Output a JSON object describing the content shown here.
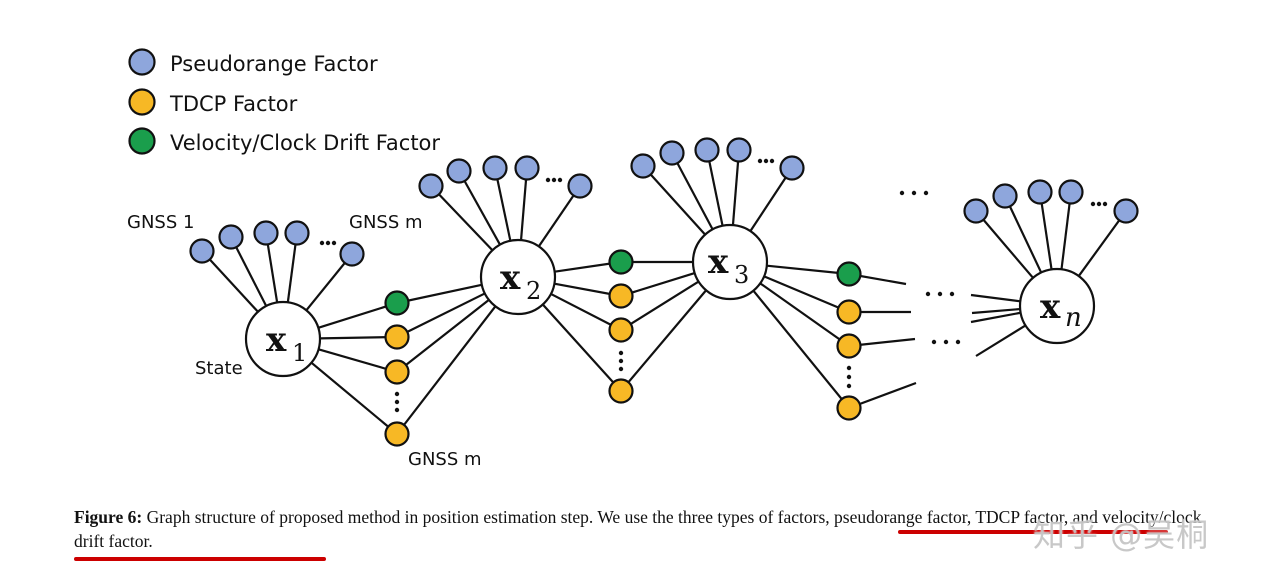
{
  "colors": {
    "pseudorange": "#8ea6dc",
    "tdcp": "#f7b825",
    "velocity": "#1a9e4c",
    "underline": "#cc0000"
  },
  "legend": [
    {
      "label": "Pseudorange Factor",
      "type": "pseudorange"
    },
    {
      "label": "TDCP Factor",
      "type": "tdcp"
    },
    {
      "label": "Velocity/Clock Drift Factor",
      "type": "velocity"
    }
  ],
  "labels": {
    "gnss_1": "GNSS 1",
    "gnss_m_top": "GNSS m",
    "gnss_m_bottom": "GNSS m",
    "state": "State",
    "ellipsis": "…"
  },
  "states": [
    {
      "id": "x1",
      "main": "x",
      "sub": "1"
    },
    {
      "id": "x2",
      "main": "x",
      "sub": "2"
    },
    {
      "id": "x3",
      "main": "x",
      "sub": "3"
    },
    {
      "id": "xn",
      "main": "x",
      "sub": "n"
    }
  ],
  "caption": {
    "figure_label": "Figure 6:",
    "text": " Graph structure of proposed method in position estimation step.  We use the three types of factors, pseudorange factor, TDCP factor, and velocity/clock drift factor."
  },
  "watermark": "知乎 @吴桐"
}
